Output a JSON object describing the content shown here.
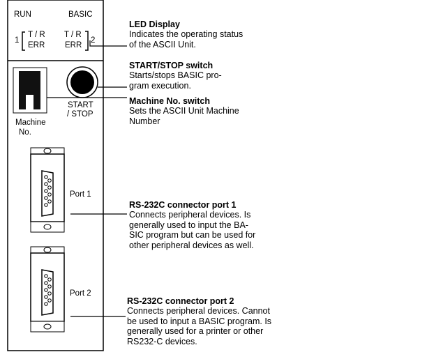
{
  "panel": {
    "led": {
      "run_label": "RUN",
      "basic_label": "BASIC",
      "port1_number": "1",
      "port2_number": "2",
      "left_tr": "T / R",
      "left_err": "ERR",
      "right_tr": "T / R",
      "right_err": "ERR"
    },
    "machine_label_line1": "Machine",
    "machine_label_line2": "No.",
    "start_stop_line1": "START",
    "start_stop_line2": "/ STOP",
    "port1_label": "Port 1",
    "port2_label": "Port 2"
  },
  "annotations": [
    {
      "title": "LED Display",
      "lines": [
        "Indicates the operating status",
        "of the ASCII Unit."
      ]
    },
    {
      "title": "START/STOP switch",
      "lines": [
        "Starts/stops BASIC pro-",
        "gram execution."
      ]
    },
    {
      "title": "Machine No. switch",
      "lines": [
        "Sets the ASCII Unit Machine",
        "Number"
      ]
    },
    {
      "title": "RS-232C connector port 1",
      "lines": [
        "Connects peripheral devices. Is",
        "generally used to input the BA-",
        "SIC program but can be used for",
        "other peripheral devices as well."
      ]
    },
    {
      "title": "RS-232C connector port 2",
      "lines": [
        "Connects peripheral devices. Cannot",
        "be used to input a BASIC program. Is",
        "generally used for a printer or other",
        "RS232-C devices."
      ]
    }
  ]
}
